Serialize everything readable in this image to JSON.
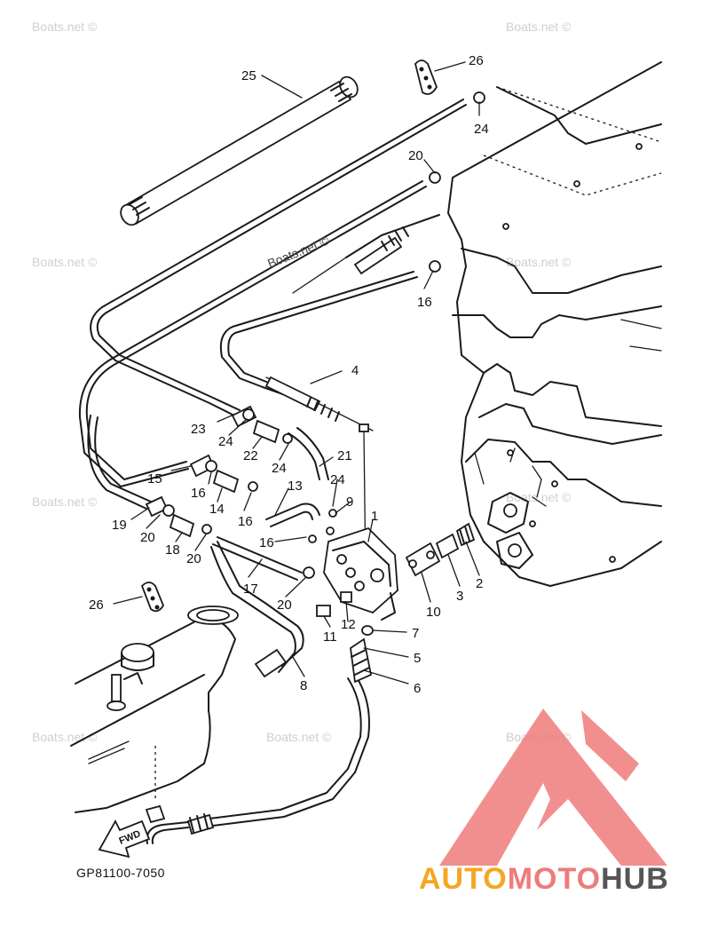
{
  "diagram": {
    "part_code": "GP81100-7050",
    "fwd_label": "FWD",
    "callouts": {
      "c1": "1",
      "c2": "2",
      "c3": "3",
      "c4": "4",
      "c5": "5",
      "c6": "6",
      "c7": "7",
      "c8": "8",
      "c9": "9",
      "c10": "10",
      "c11": "11",
      "c12": "12",
      "c13": "13",
      "c14": "14",
      "c15": "15",
      "c16a": "16",
      "c16b": "16",
      "c16c": "16",
      "c16d": "16",
      "c17": "17",
      "c18": "18",
      "c19": "19",
      "c20a": "20",
      "c20b": "20",
      "c20c": "20",
      "c20d": "20",
      "c21": "21",
      "c22": "22",
      "c23": "23",
      "c24a": "24",
      "c24b": "24",
      "c24c": "24",
      "c24d": "24",
      "c25": "25",
      "c26a": "26",
      "c26b": "26"
    }
  },
  "watermark": {
    "text": "Boats.net ©",
    "inline_text": "Boats.net ©"
  },
  "logo": {
    "word_part1": "AUTO",
    "word_part2": "MOTO",
    "word_part3": "HUB",
    "colors": {
      "auto": "#f5a623",
      "moto": "#ef7b7b",
      "hub": "#555555",
      "mark": "#ef7b7b"
    }
  }
}
